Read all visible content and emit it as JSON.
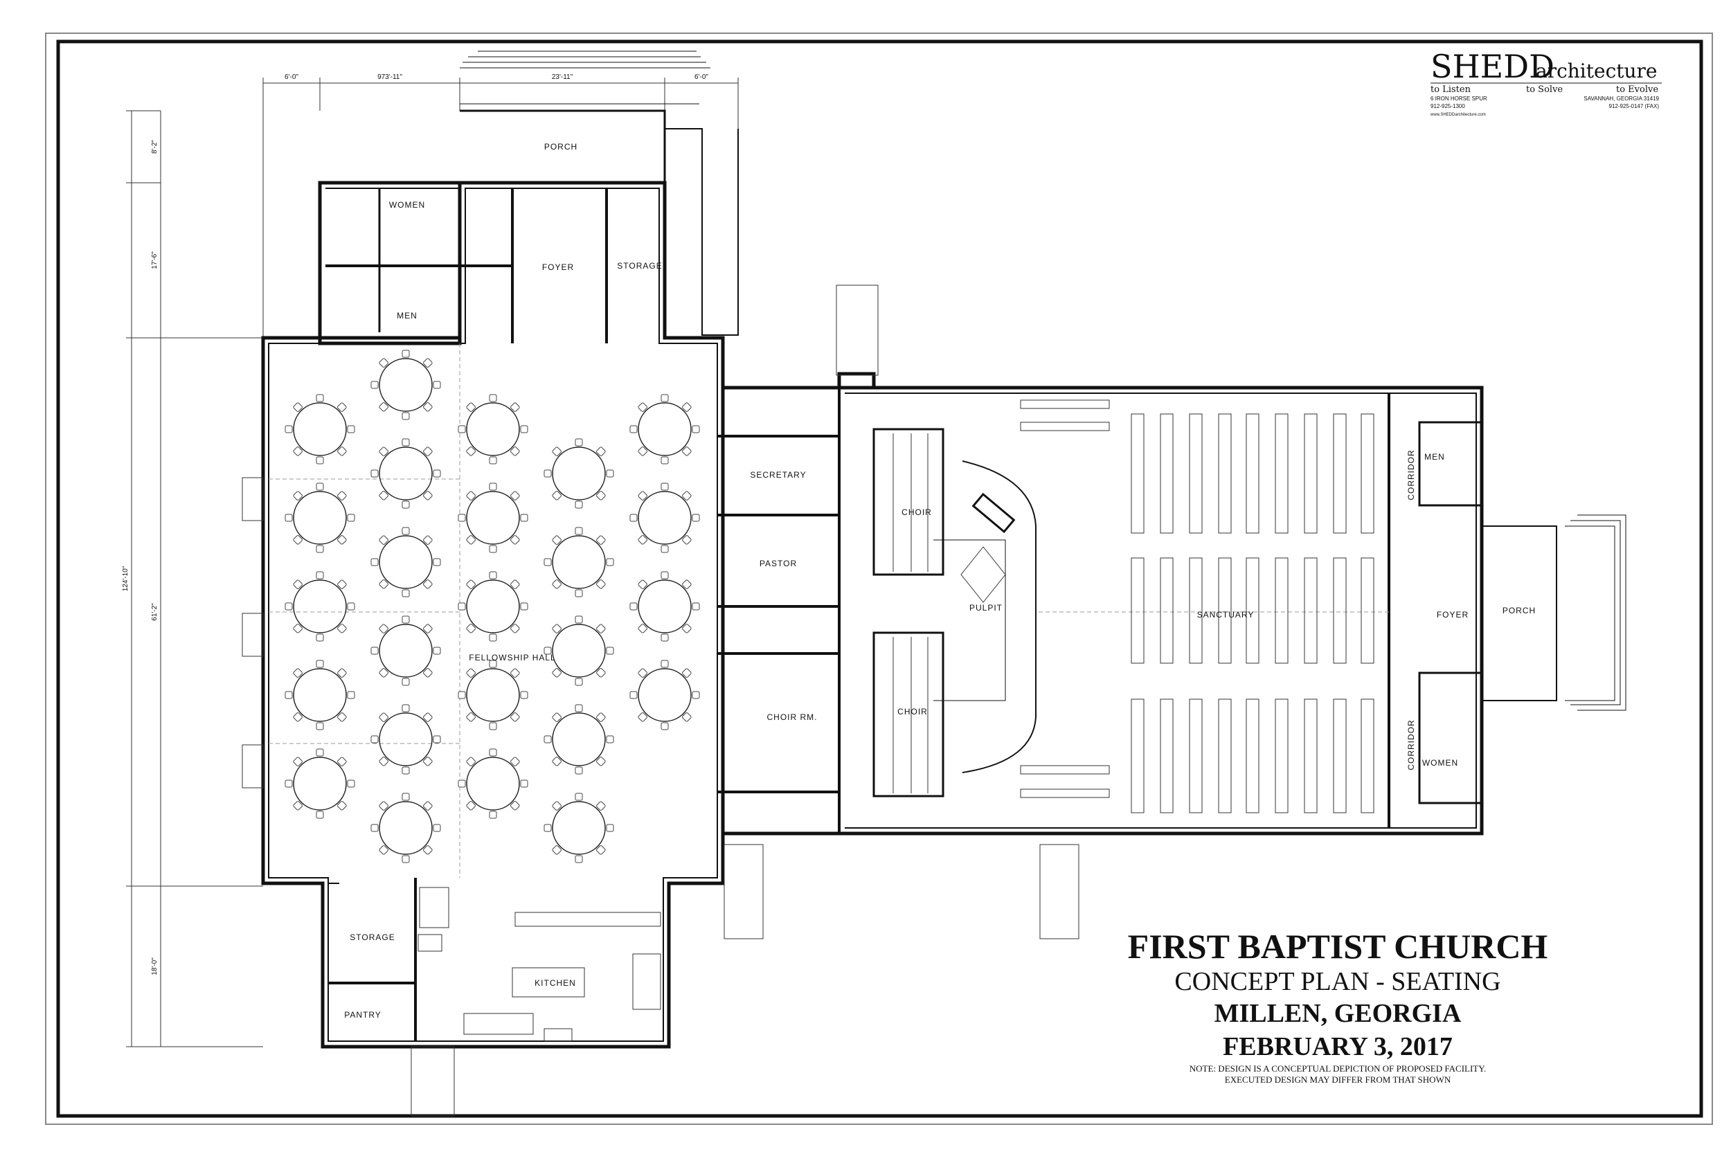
{
  "firm": {
    "name_bold": "SHEDD",
    "name_light": "architecture",
    "tag1": "to Listen",
    "tag2": "to Solve",
    "tag3": "to Evolve",
    "addr_left1": "6 IRON HORSE SPUR",
    "addr_left2": "912-925-1300",
    "addr_left3": "www.SHEDDarchitecture.com",
    "addr_right1": "SAVANNAH, GEORGIA 31419",
    "addr_right2": "912-925-0147 (FAX)"
  },
  "title_block": {
    "line1": "FIRST BAPTIST CHURCH",
    "line2": "CONCEPT PLAN - SEATING",
    "line3": "MILLEN, GEORGIA",
    "line4": "FEBRUARY 3, 2017",
    "note1": "NOTE: DESIGN IS A CONCEPTUAL DEPICTION OF PROPOSED FACILITY.",
    "note2": "EXECUTED DESIGN MAY DIFFER FROM THAT SHOWN"
  },
  "rooms": {
    "porch_top": "PORCH",
    "women": "WOMEN",
    "men": "MEN",
    "foyer_left": "FOYER",
    "storage_top": "STORAGE",
    "fellowship": "FELLOWSHIP HALL",
    "secretary": "SECRETARY",
    "pastor": "PASTOR",
    "choir_rm": "CHOIR RM.",
    "choir_top": "CHOIR",
    "choir_bottom": "CHOIR",
    "pulpit": "PULPIT",
    "sanctuary": "SANCTUARY",
    "corridor_top": "CORRIDOR",
    "corridor_bottom": "CORRIDOR",
    "men_right": "MEN",
    "women_right": "WOMEN",
    "foyer_right": "FOYER",
    "porch_right": "PORCH",
    "storage_bottom": "STORAGE",
    "kitchen": "KITCHEN",
    "pantry": "PANTRY"
  },
  "dimensions": {
    "h1": "6'-0\"",
    "h2": "973'-11\"",
    "h3": "23'-11\"",
    "h4": "6'-0\"",
    "v1": "8'-2\"",
    "v2": "17'-6\"",
    "v_total": "124'-10\"",
    "v3": "61'-2\"",
    "v4": "18'-0\""
  }
}
